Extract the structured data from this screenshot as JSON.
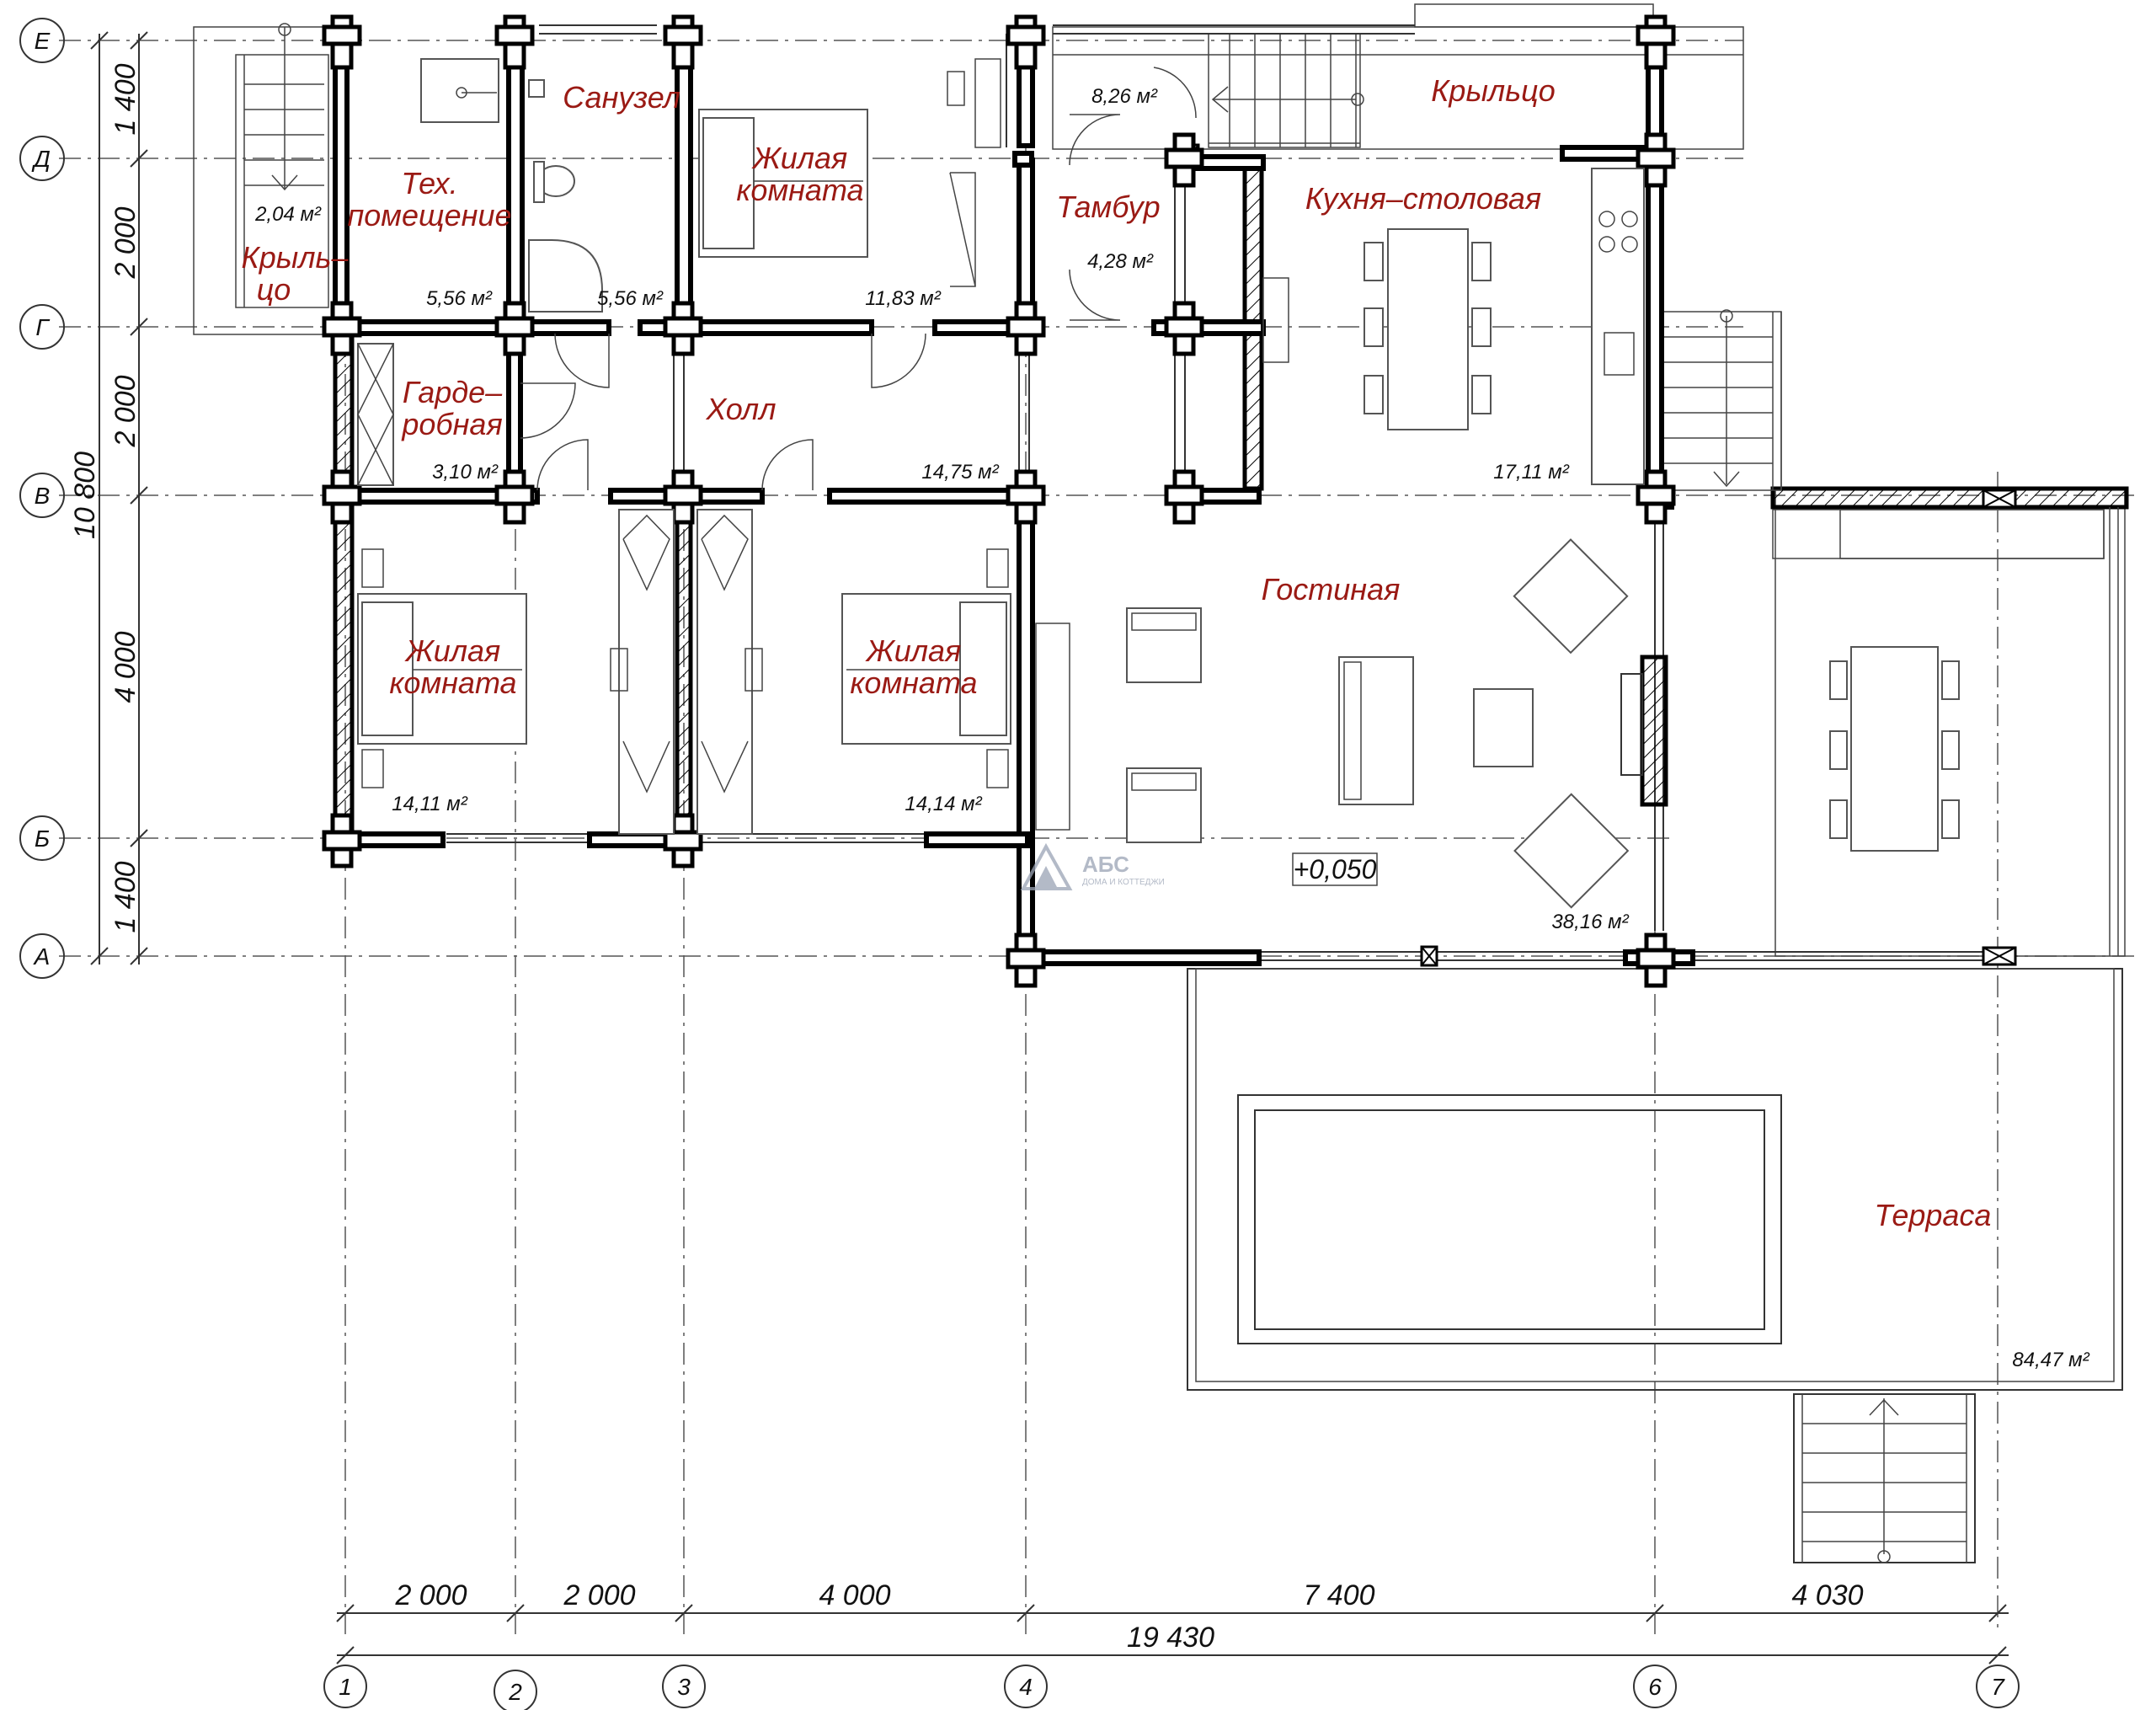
{
  "rooms": {
    "tech_room": {
      "name1": "Тех.",
      "name2": "помещение",
      "area": "5,56 м²"
    },
    "bathroom": {
      "name": "Санузел",
      "area": "5,56 м²"
    },
    "bedroom_top": {
      "name1": "Жилая",
      "name2": "комната",
      "area": "11,83 м²"
    },
    "vestibule": {
      "name": "Тамбур",
      "area": "4,28 м²"
    },
    "porch_top": {
      "name": "Крыльцо",
      "area": "8,26 м²"
    },
    "porch_left": {
      "name1": "Крыль–",
      "name2": "цо",
      "area": "2,04 м²"
    },
    "kitchen": {
      "name": "Кухня–столовая",
      "area": "17,11 м²"
    },
    "wardrobe": {
      "name1": "Гарде–",
      "name2": "робная",
      "area": "3,10 м²"
    },
    "hall": {
      "name": "Холл",
      "area": "14,75 м²"
    },
    "bedroom_left": {
      "name1": "Жилая",
      "name2": "комната",
      "area": "14,11 м²"
    },
    "bedroom_mid": {
      "name1": "Жилая",
      "name2": "комната",
      "area": "14,14 м²"
    },
    "living": {
      "name": "Гостиная",
      "area": "38,16 м²"
    },
    "terrace": {
      "name": "Терраса",
      "area": "84,47 м²"
    }
  },
  "level_mark": "+0,050",
  "axes_letters": [
    "Е",
    "Д",
    "Г",
    "В",
    "Б",
    "А"
  ],
  "axes_numbers": [
    "1",
    "2",
    "3",
    "4",
    "6",
    "7"
  ],
  "dims_left": [
    "1 400",
    "2 000",
    "2 000",
    "4 000",
    "1 400"
  ],
  "dim_left_total": "10 800",
  "dims_bottom": [
    "2 000",
    "2 000",
    "4 000",
    "7 400",
    "4 030"
  ],
  "dim_bottom_total": "19 430",
  "logo": {
    "name": "АБС",
    "sub": "ДОМА И КОТТЕДЖИ"
  }
}
